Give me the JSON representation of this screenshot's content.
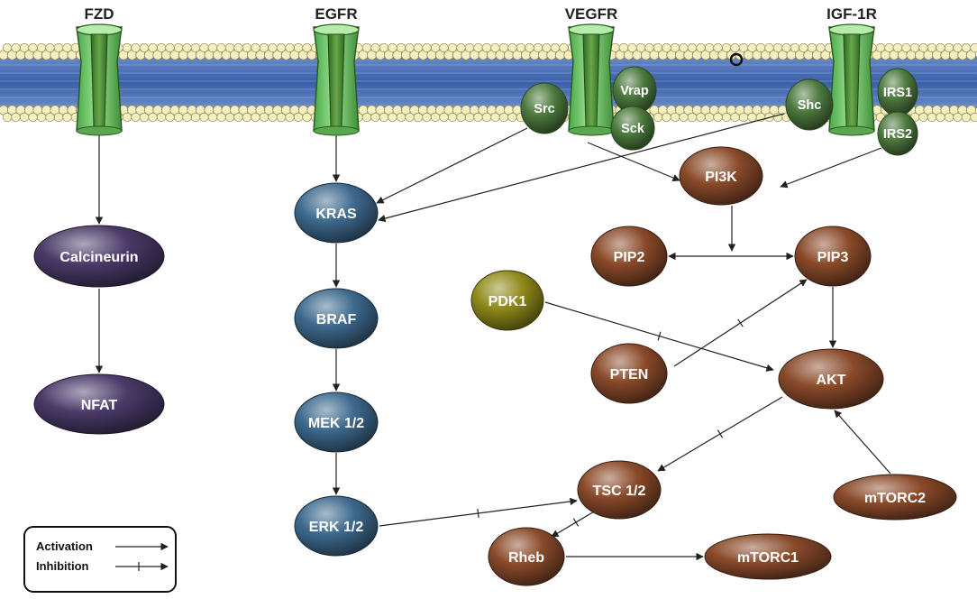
{
  "receptors": [
    {
      "id": "fzd",
      "label": "FZD"
    },
    {
      "id": "egfr",
      "label": "EGFR"
    },
    {
      "id": "vegfr",
      "label": "VEGFR"
    },
    {
      "id": "igf1r",
      "label": "IGF-1R"
    }
  ],
  "adaptors": [
    {
      "id": "src",
      "label": "Src"
    },
    {
      "id": "vrap",
      "label": "Vrap"
    },
    {
      "id": "sck",
      "label": "Sck"
    },
    {
      "id": "shc",
      "label": "Shc"
    },
    {
      "id": "irs1",
      "label": "IRS1"
    },
    {
      "id": "irs2",
      "label": "IRS2"
    }
  ],
  "nodes": [
    {
      "id": "calcineurin",
      "label": "Calcineurin",
      "color": "#4a3a68"
    },
    {
      "id": "nfat",
      "label": "NFAT",
      "color": "#4a3a68"
    },
    {
      "id": "kras",
      "label": "KRAS",
      "color": "#3e6a8e"
    },
    {
      "id": "braf",
      "label": "BRAF",
      "color": "#3e6a8e"
    },
    {
      "id": "mek12",
      "label": "MEK 1/2",
      "color": "#3e6a8e"
    },
    {
      "id": "erk12",
      "label": "ERK 1/2",
      "color": "#3e6a8e"
    },
    {
      "id": "pi3k",
      "label": "PI3K",
      "color": "#8a4a2a"
    },
    {
      "id": "pip2",
      "label": "PIP2",
      "color": "#8a4a2a"
    },
    {
      "id": "pip3",
      "label": "PIP3",
      "color": "#8a4a2a"
    },
    {
      "id": "pdk1",
      "label": "PDK1",
      "color": "#8f8a1a"
    },
    {
      "id": "pten",
      "label": "PTEN",
      "color": "#8a4a2a"
    },
    {
      "id": "akt",
      "label": "AKT",
      "color": "#8a4a2a"
    },
    {
      "id": "tsc12",
      "label": "TSC 1/2",
      "color": "#8a4a2a"
    },
    {
      "id": "mtorc2",
      "label": "mTORC2",
      "color": "#8a4a2a"
    },
    {
      "id": "rheb",
      "label": "Rheb",
      "color": "#8a4a2a"
    },
    {
      "id": "mtorc1",
      "label": "mTORC1",
      "color": "#8a4a2a"
    }
  ],
  "edges": [
    {
      "from": "fzd",
      "to": "calcineurin",
      "type": "activation"
    },
    {
      "from": "calcineurin",
      "to": "nfat",
      "type": "activation"
    },
    {
      "from": "egfr",
      "to": "kras",
      "type": "activation"
    },
    {
      "from": "src",
      "to": "kras",
      "type": "activation"
    },
    {
      "from": "shc",
      "to": "kras",
      "type": "activation"
    },
    {
      "from": "kras",
      "to": "braf",
      "type": "activation"
    },
    {
      "from": "braf",
      "to": "mek12",
      "type": "activation"
    },
    {
      "from": "mek12",
      "to": "erk12",
      "type": "activation"
    },
    {
      "from": "erk12",
      "to": "tsc12",
      "type": "inhibition"
    },
    {
      "from": "vegfr",
      "to": "pi3k",
      "type": "activation"
    },
    {
      "from": "irs2",
      "to": "pi3k",
      "type": "activation"
    },
    {
      "from": "pi3k",
      "to": "pip3",
      "type": "activation"
    },
    {
      "from": "pip2",
      "to": "pip3",
      "type": "bidirectional"
    },
    {
      "from": "pten",
      "to": "pip3",
      "type": "inhibition"
    },
    {
      "from": "pdk1",
      "to": "akt",
      "type": "inhibition"
    },
    {
      "from": "pip3",
      "to": "akt",
      "type": "activation"
    },
    {
      "from": "akt",
      "to": "tsc12",
      "type": "inhibition"
    },
    {
      "from": "mtorc2",
      "to": "akt",
      "type": "activation"
    },
    {
      "from": "tsc12",
      "to": "rheb",
      "type": "inhibition"
    },
    {
      "from": "rheb",
      "to": "mtorc1",
      "type": "activation"
    }
  ],
  "legend": {
    "activation_label": "Activation",
    "inhibition_label": "Inhibition"
  },
  "colors": {
    "membrane_head": "#f6f0c0",
    "membrane_tail": "#4a73b5",
    "receptor": "#7fd07a",
    "receptor_dark": "#3e7a2e",
    "adaptor": "#4d7a3e"
  }
}
